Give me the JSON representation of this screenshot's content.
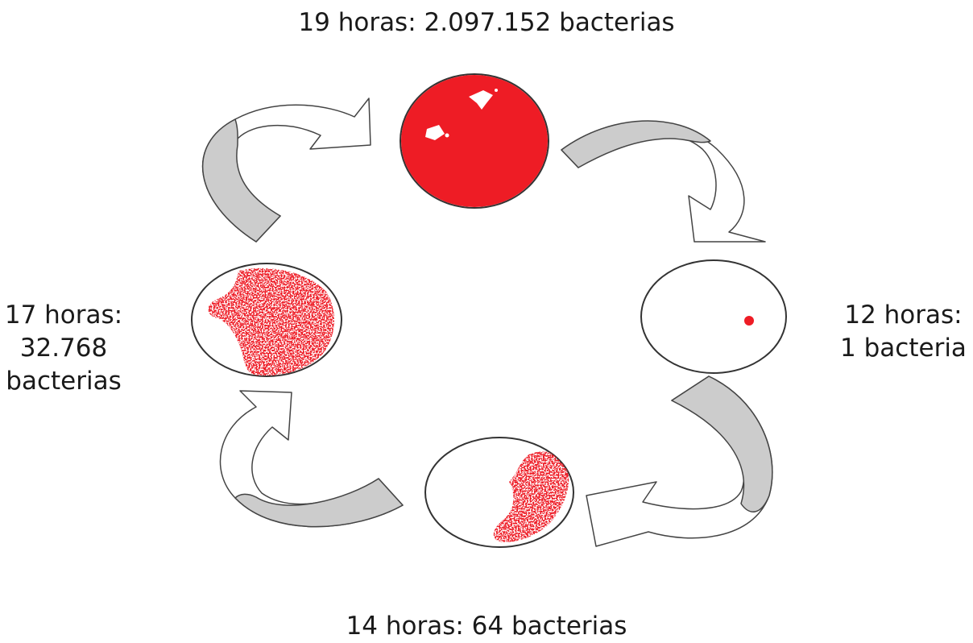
{
  "stages": [
    {
      "id": "12h",
      "label_lines": [
        "12 horas:",
        "1 bacteria"
      ],
      "growth_level": "tiny"
    },
    {
      "id": "14h",
      "label": "14 horas: 64 bacterias",
      "growth_level": "partial"
    },
    {
      "id": "17h",
      "label_lines": [
        "17 horas:",
        "32.768",
        "bacterias"
      ],
      "growth_level": "most"
    },
    {
      "id": "19h",
      "label": "19 horas: 2.097.152 bacterias",
      "growth_level": "full"
    }
  ],
  "colors": {
    "colony": "#ee1c25",
    "dish_outline": "#333333",
    "arrow_fill": "#ffffff",
    "arrow_inner_fill": "#cccccc",
    "arrow_outline": "#444444"
  },
  "icons": [
    "petri-dish-icon",
    "curved-arrow-icon"
  ]
}
